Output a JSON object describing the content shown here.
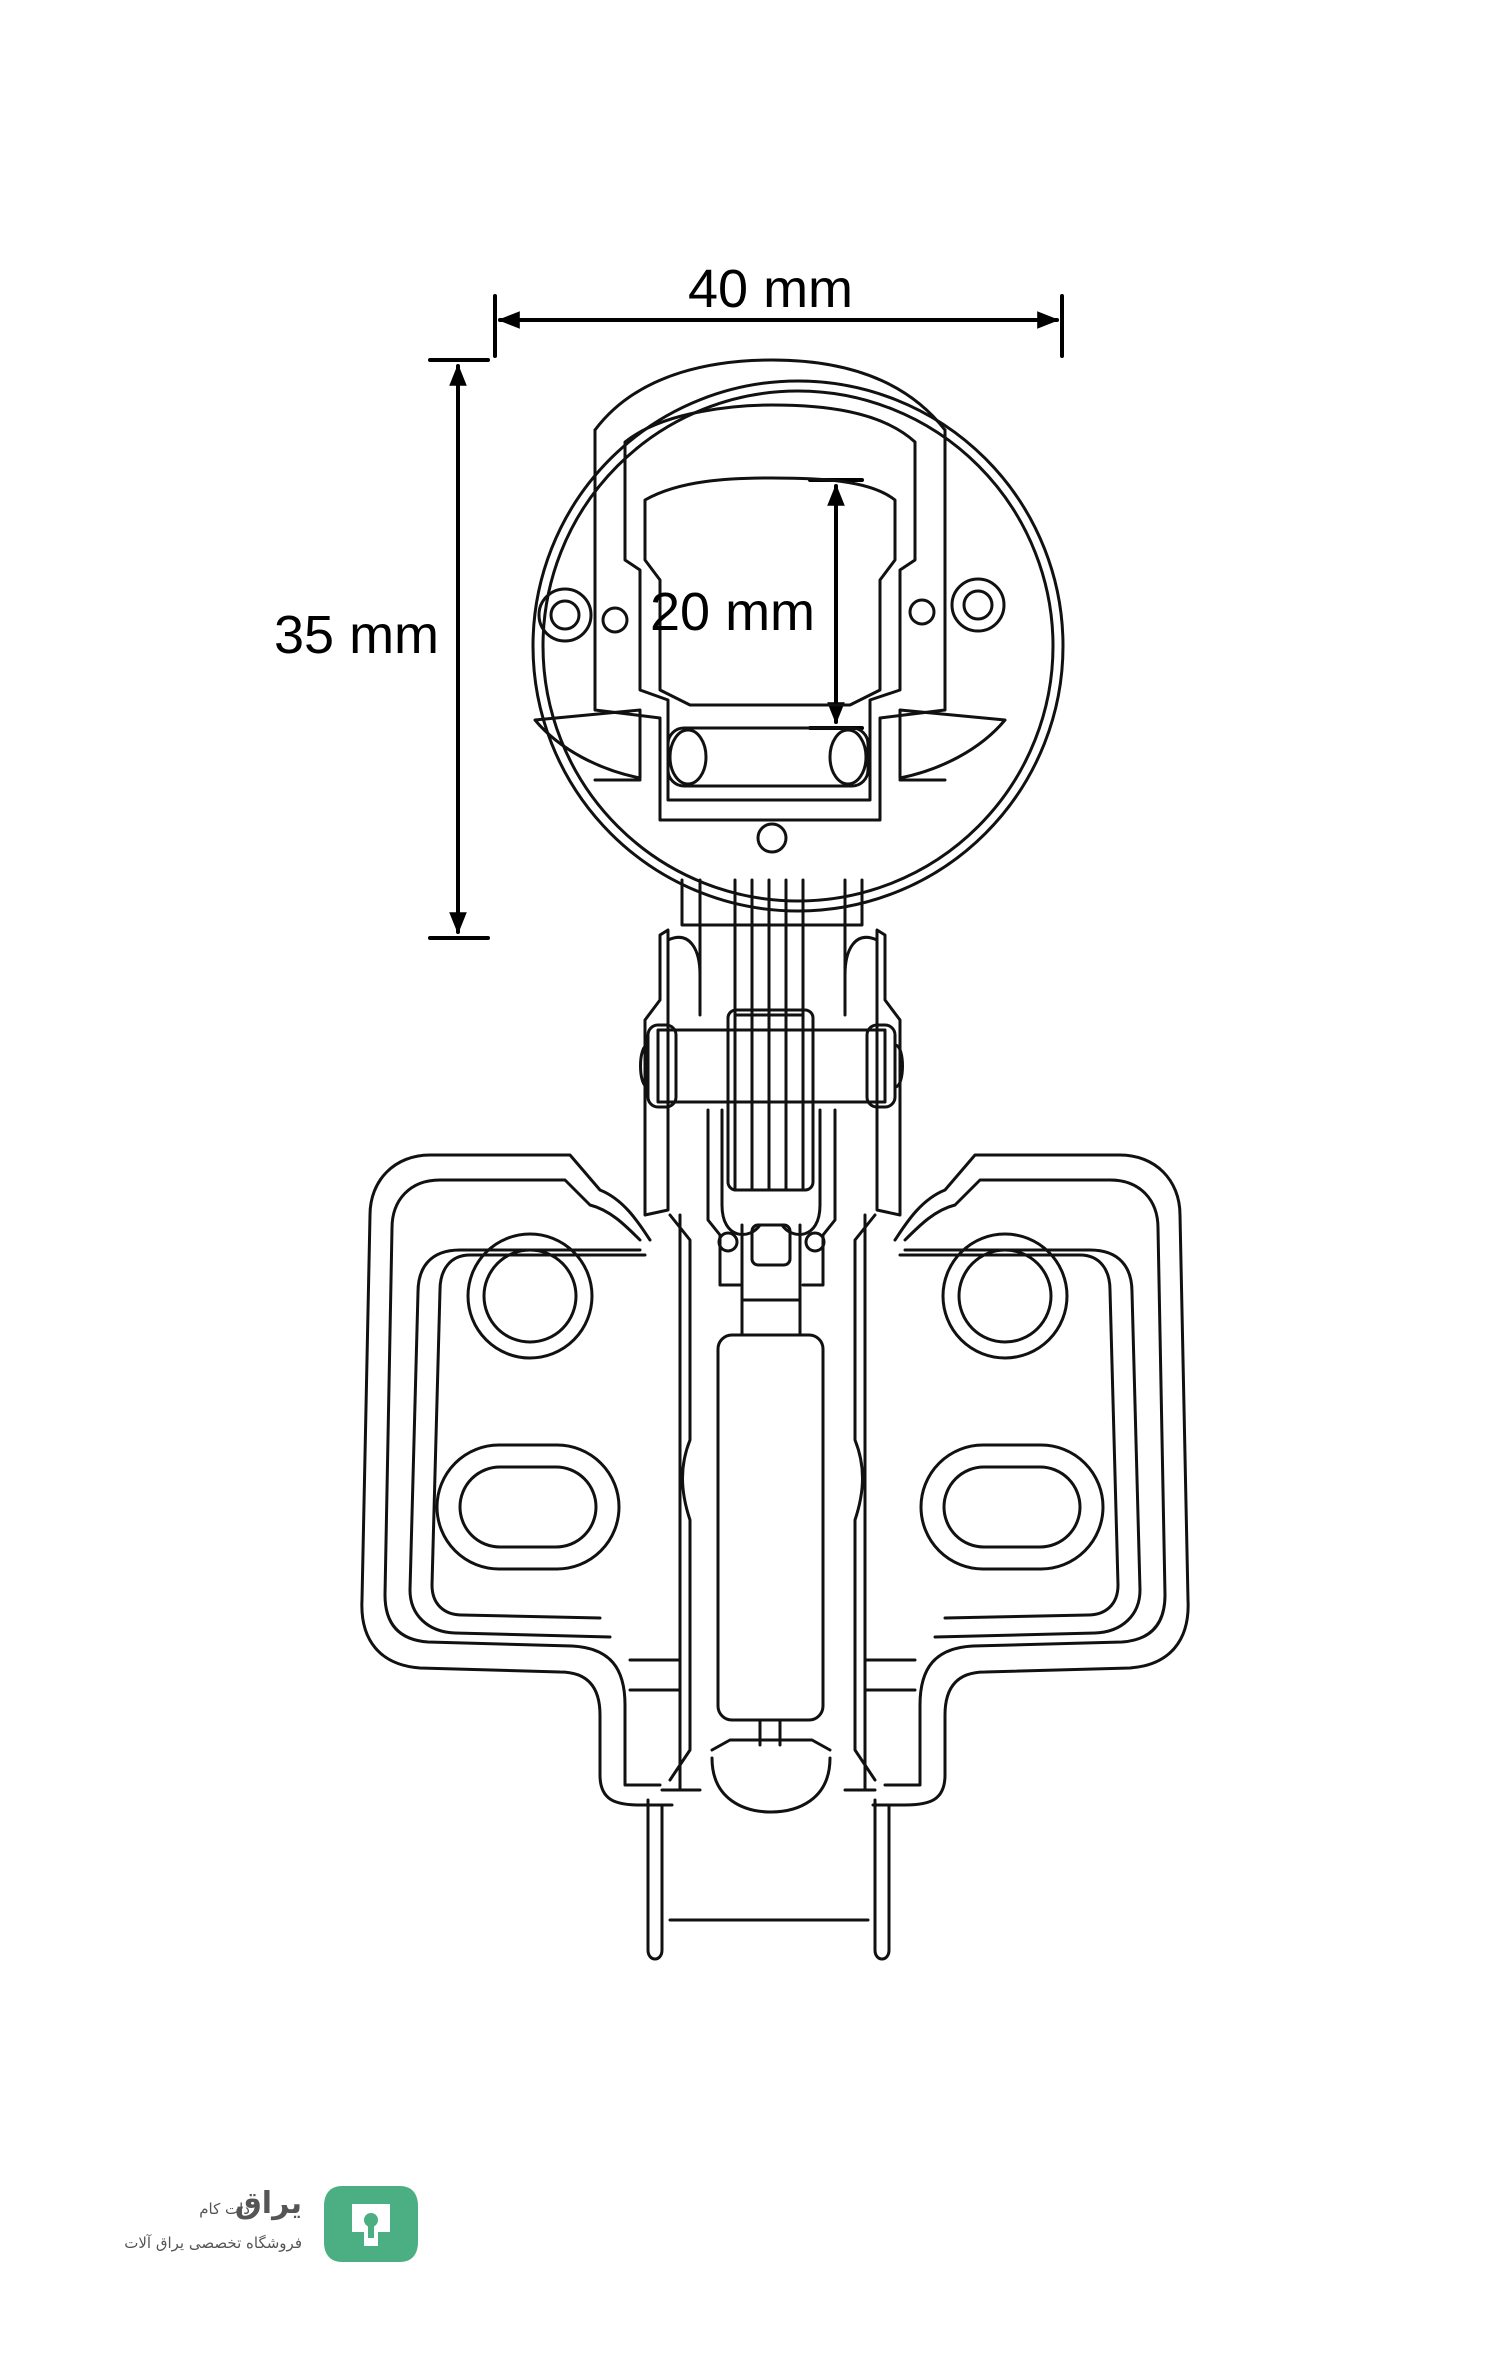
{
  "diagram": {
    "dimensions": {
      "width_label": "40 mm",
      "height_label": "35 mm",
      "cup_depth_label": "20 mm"
    }
  },
  "logo": {
    "name": "یراق",
    "suffix": "دات کام",
    "tagline": "فروشگاه تخصصی یراق آلات",
    "icon": "keyhole-hinge-logo-icon",
    "accent_color": "#4caf84"
  }
}
